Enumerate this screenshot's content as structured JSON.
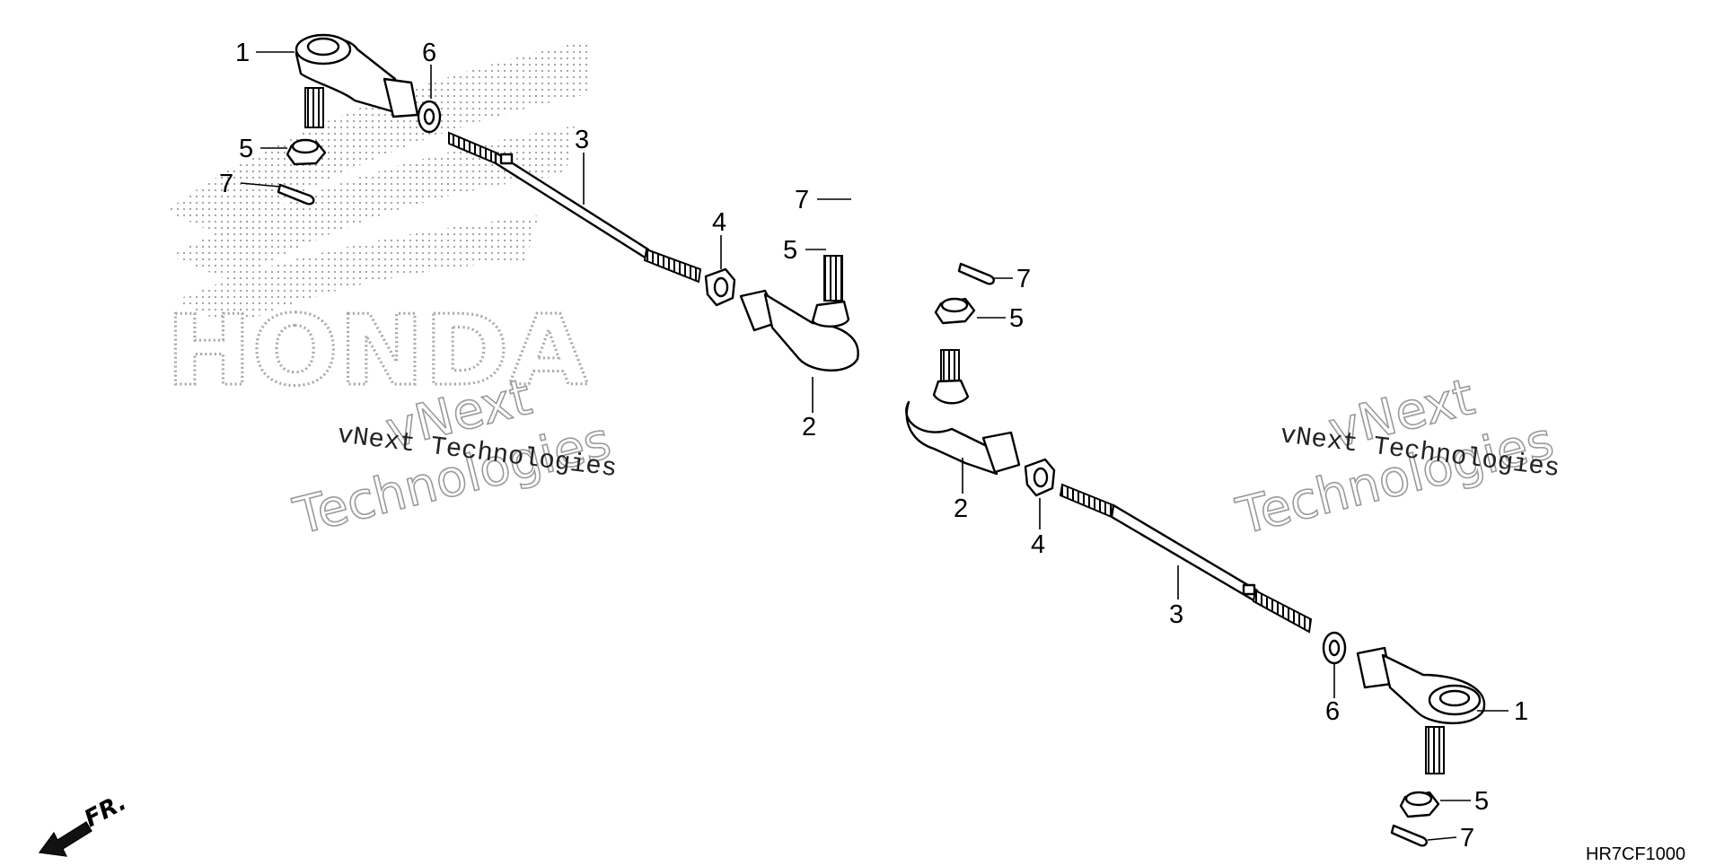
{
  "diagram": {
    "code": "HR7CF1000",
    "direction_label": "FR.",
    "brand_watermark": "HONDA",
    "watermark_text_small": "vNext Technologies",
    "watermark_text_big_line1": "vNext",
    "watermark_text_big_line2": "Technologies",
    "callouts": {
      "l_1": "1",
      "l_6": "6",
      "l_5a": "5",
      "l_7a": "7",
      "l_3": "3",
      "l_4": "4",
      "l_7b": "7",
      "l_5b": "5",
      "l_2": "2",
      "r_7": "7",
      "r_5": "5",
      "r_2": "2",
      "r_4": "4",
      "r_3": "3",
      "r_6": "6",
      "r_1": "1",
      "r_5b": "5",
      "r_7b": "7"
    }
  }
}
